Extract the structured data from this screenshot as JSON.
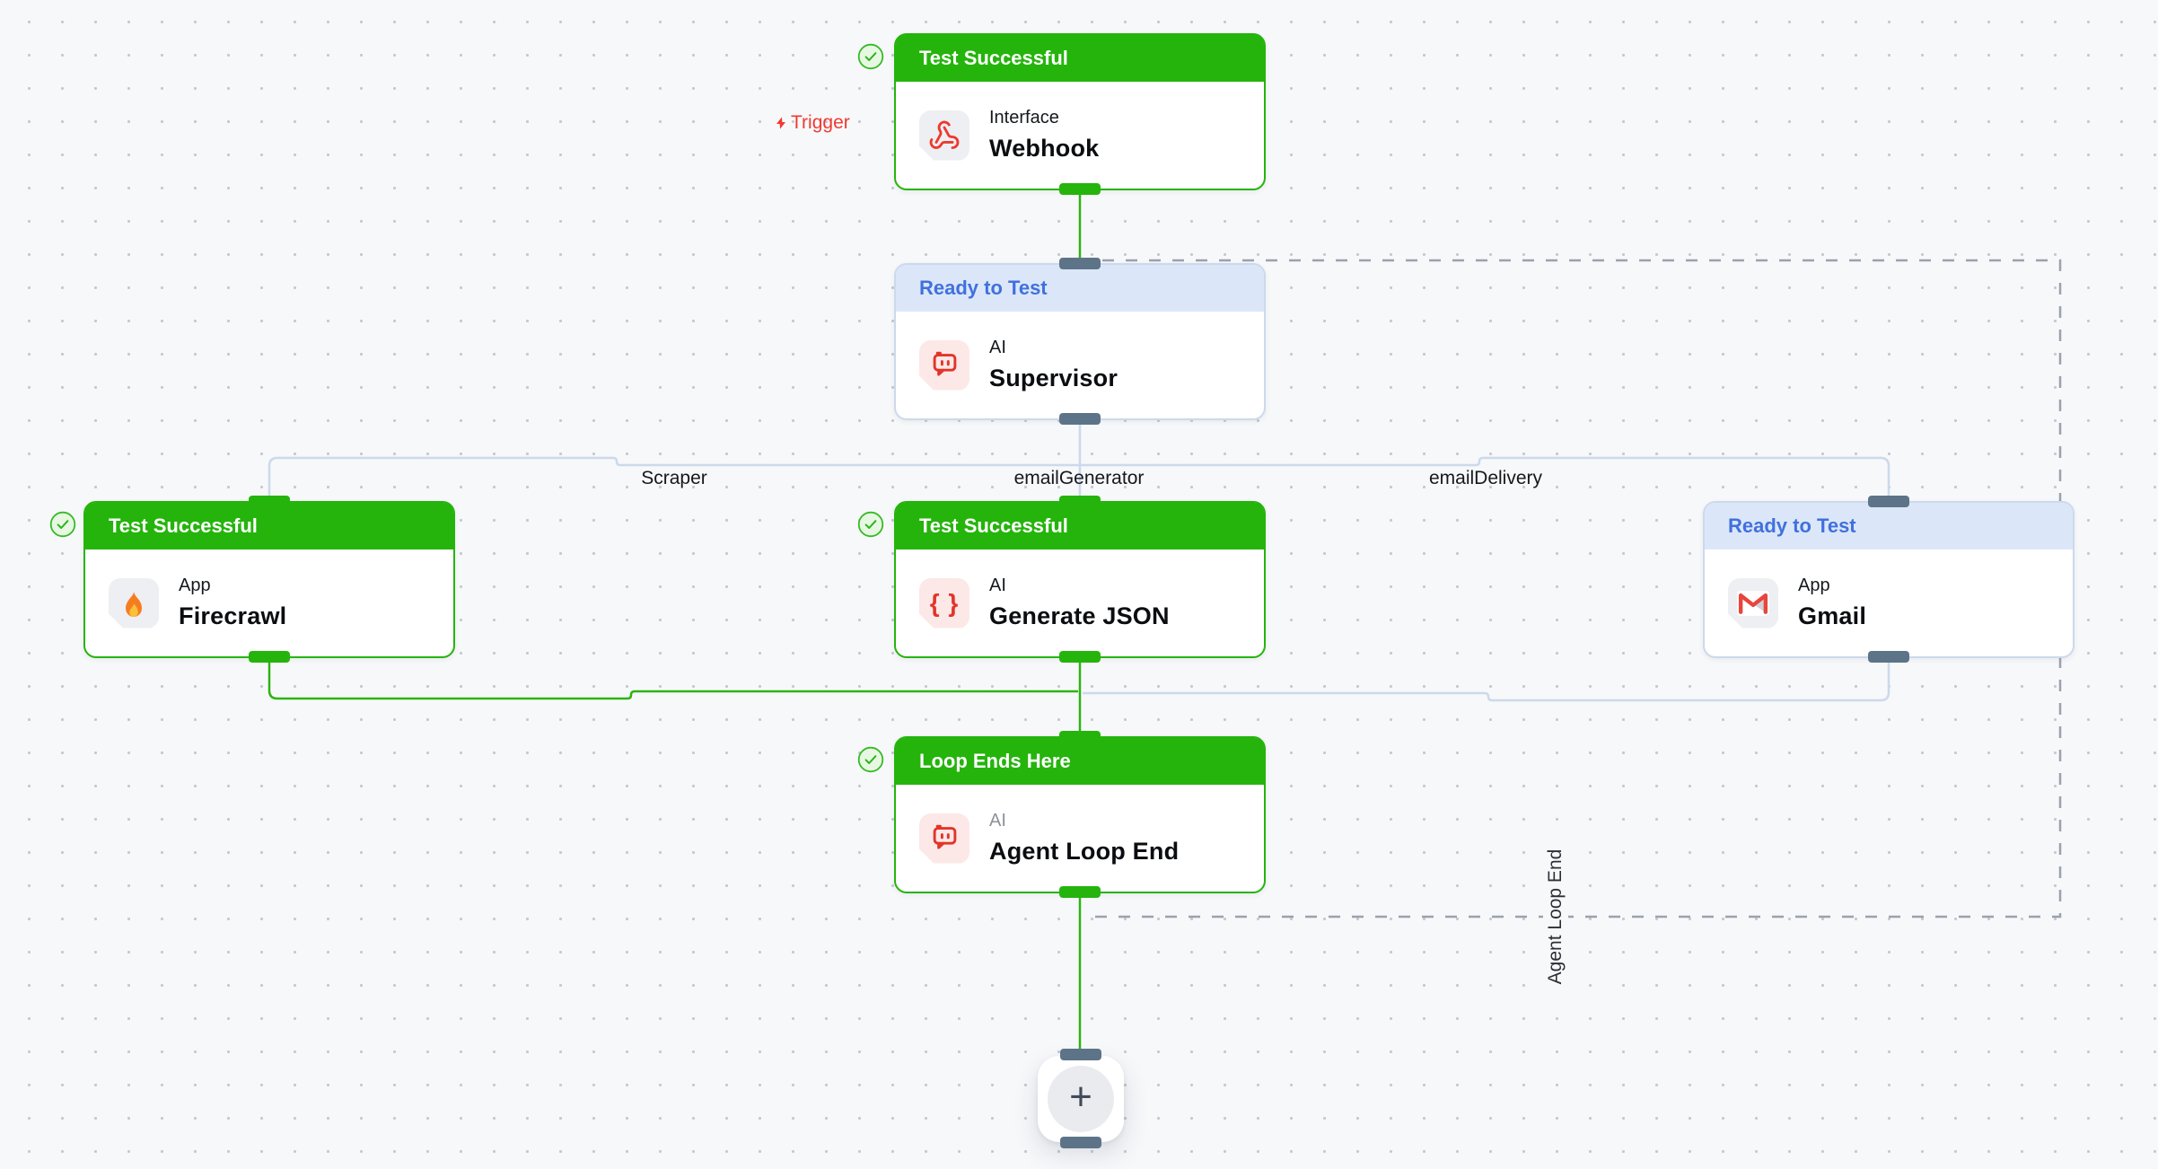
{
  "nodes": {
    "webhook": {
      "status": "Test Successful",
      "kind": "Interface",
      "title": "Webhook",
      "icon": "webhook-icon"
    },
    "supervisor": {
      "status": "Ready to Test",
      "kind": "AI",
      "title": "Supervisor",
      "icon": "ai-bot-icon"
    },
    "firecrawl": {
      "status": "Test Successful",
      "kind": "App",
      "title": "Firecrawl",
      "icon": "flame-icon"
    },
    "generate_json": {
      "status": "Test Successful",
      "kind": "AI",
      "title": "Generate JSON",
      "icon": "curly-braces-icon",
      "icon_text": "{ }"
    },
    "gmail": {
      "status": "Ready to Test",
      "kind": "App",
      "title": "Gmail",
      "icon": "gmail-icon"
    },
    "agent_loop_end": {
      "status": "Loop Ends Here",
      "kind": "AI",
      "title": "Agent Loop End",
      "icon": "ai-bot-icon"
    }
  },
  "edges": {
    "trigger_label": "Trigger",
    "branch_labels": [
      "Scraper",
      "emailGenerator",
      "emailDelivery"
    ],
    "group_label": "Agent Loop End"
  },
  "add_button": {
    "label": "+"
  },
  "badges": {
    "success_icon": "check-circle-icon",
    "trigger_icon": "lightning-bolt-icon"
  },
  "colors": {
    "green": "#25b40c",
    "edge_green": "#2db411",
    "blue_header_bg": "#dbe7f8",
    "blue_text": "#4170de",
    "edge_blue": "#ccd9ec",
    "handle_slate": "#5d7488",
    "dashed_border": "#9aa2ad",
    "red": "#ee392e",
    "canvas_bg": "#f7f8fa"
  }
}
